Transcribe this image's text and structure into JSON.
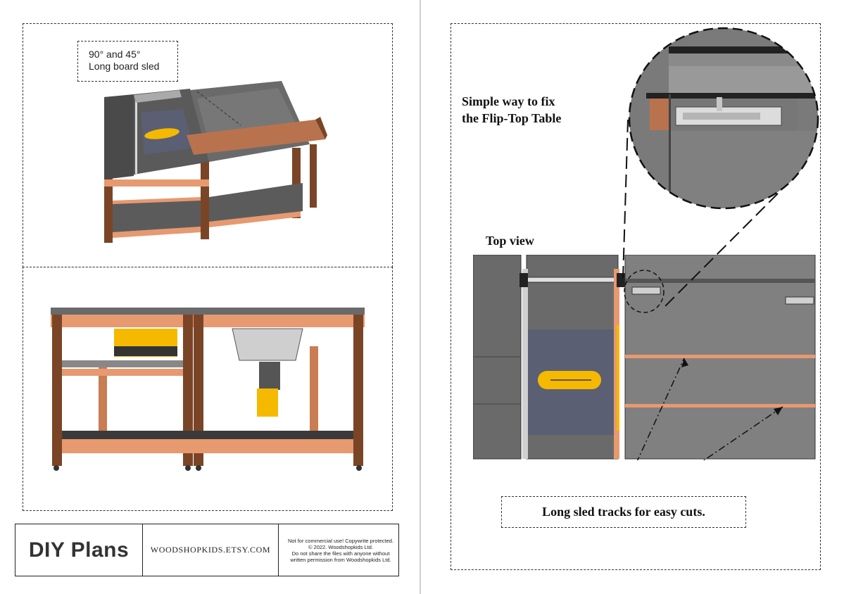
{
  "left_page": {
    "sled_callout": {
      "line1": "90° and 45°",
      "line2": "Long board sled"
    }
  },
  "title_block": {
    "title": "DIY Plans",
    "shop_url": "WOODSHOPKIDS.ETSY.COM",
    "notice_lines": [
      "Not for commercial use! Copywrite protected.",
      "© 2022. Woodshopkids Ltd.",
      "Do not share the files with anyone without",
      "written permission from Woodshopkids Ltd."
    ]
  },
  "right_page": {
    "fix_label_line1": "Simple way to fix",
    "fix_label_line2": "the Flip-Top Table",
    "top_view_label": "Top view",
    "tracks_callout": "Long sled tracks for easy cuts."
  },
  "colors": {
    "wood": "#e79970",
    "dark_wood": "#7a4526",
    "table_top": "#6a6a6a",
    "saw_yellow": "#f5b900",
    "saw_blue_plate": "#5a5f73"
  }
}
